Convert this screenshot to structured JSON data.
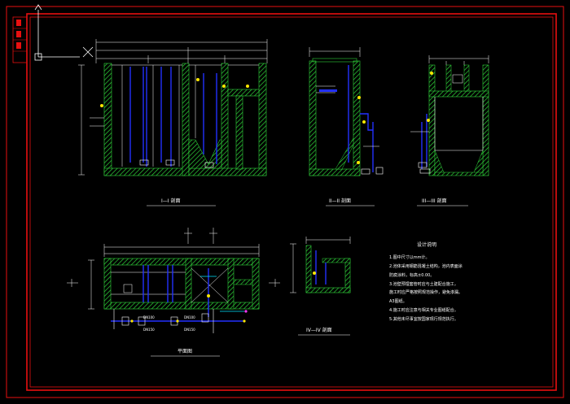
{
  "drawing": {
    "colors": {
      "border": "#e81010",
      "wall": "#2fd23a",
      "pipe": "#2230ff",
      "line": "#ffffff",
      "accent": "#ffe800",
      "cyan": "#00e5ff",
      "magenta": "#ff3aff",
      "background": "#000000"
    },
    "sections": {
      "s1": "I—I  剖面",
      "s2": "II—II  剖面",
      "s3": "III—III  剖面",
      "s4": "IV—IV  剖面",
      "plan": "平面图"
    },
    "pipe_labels": {
      "p1": "DN100",
      "p2": "DN150",
      "p3": "DN100",
      "p4": "DN150"
    },
    "notes": {
      "title": "设计说明",
      "lines": [
        "1.图中尺寸以mm计。",
        "2.池体采用钢筋混凝土结构，池内表面涂",
        "防腐涂料，标高±0.00。",
        "3.池壁预埋套管时应与土建配合施工，",
        "施工时应严格按照规范操作，避免渗漏。",
        "A3图纸。",
        "4.施工时应注意与相关专业图纸配合。",
        "5.其他未尽事宜按国家现行规范执行。"
      ]
    }
  }
}
